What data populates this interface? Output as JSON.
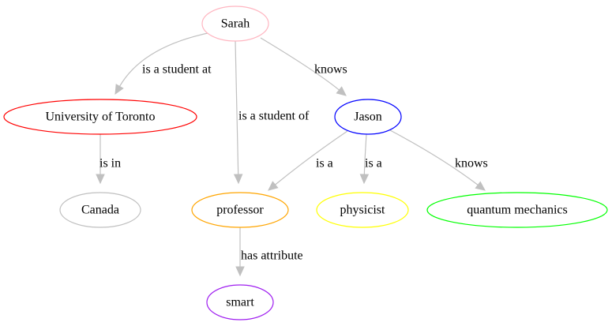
{
  "nodes": [
    {
      "id": "sarah",
      "label": "Sarah",
      "color": "#ffb6c1"
    },
    {
      "id": "uoft",
      "label": "University of Toronto",
      "color": "#ff0000"
    },
    {
      "id": "jason",
      "label": "Jason",
      "color": "#0000ff"
    },
    {
      "id": "canada",
      "label": "Canada",
      "color": "#c0c0c0"
    },
    {
      "id": "professor",
      "label": "professor",
      "color": "#ffa500"
    },
    {
      "id": "physicist",
      "label": "physicist",
      "color": "#ffff00"
    },
    {
      "id": "qm",
      "label": "quantum mechanics",
      "color": "#00ff00"
    },
    {
      "id": "smart",
      "label": "smart",
      "color": "#a020f0"
    }
  ],
  "edges": [
    {
      "from": "sarah",
      "to": "uoft",
      "label": "is a student at"
    },
    {
      "from": "sarah",
      "to": "professor",
      "label": "is a student of"
    },
    {
      "from": "sarah",
      "to": "jason",
      "label": "knows"
    },
    {
      "from": "uoft",
      "to": "canada",
      "label": "is in"
    },
    {
      "from": "jason",
      "to": "professor",
      "label": "is a"
    },
    {
      "from": "jason",
      "to": "physicist",
      "label": "is a"
    },
    {
      "from": "jason",
      "to": "qm",
      "label": "knows"
    },
    {
      "from": "professor",
      "to": "smart",
      "label": "has attribute"
    }
  ],
  "edge_color": "#c0c0c0"
}
